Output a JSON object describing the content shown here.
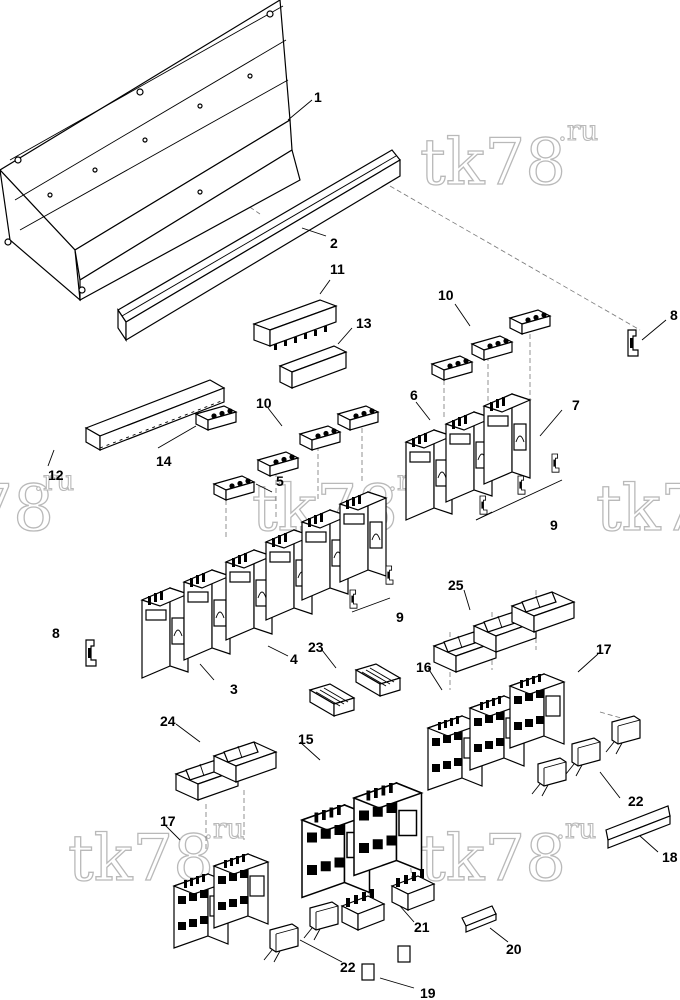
{
  "watermark": {
    "main": "tk78",
    "sup": ".ru"
  },
  "callouts": [
    {
      "id": "c1",
      "label": "1"
    },
    {
      "id": "c2",
      "label": "2"
    },
    {
      "id": "c11",
      "label": "11"
    },
    {
      "id": "c13",
      "label": "13"
    },
    {
      "id": "c10a",
      "label": "10"
    },
    {
      "id": "c8a",
      "label": "8"
    },
    {
      "id": "c6",
      "label": "6"
    },
    {
      "id": "c7",
      "label": "7"
    },
    {
      "id": "c9a",
      "label": "9"
    },
    {
      "id": "c12",
      "label": "12"
    },
    {
      "id": "c14",
      "label": "14"
    },
    {
      "id": "c10b",
      "label": "10"
    },
    {
      "id": "c5",
      "label": "5"
    },
    {
      "id": "c9b",
      "label": "9"
    },
    {
      "id": "c8b",
      "label": "8"
    },
    {
      "id": "c4",
      "label": "4"
    },
    {
      "id": "c3",
      "label": "3"
    },
    {
      "id": "c25",
      "label": "25"
    },
    {
      "id": "c23",
      "label": "23"
    },
    {
      "id": "c16",
      "label": "16"
    },
    {
      "id": "c17a",
      "label": "17"
    },
    {
      "id": "c24",
      "label": "24"
    },
    {
      "id": "c15",
      "label": "15"
    },
    {
      "id": "c22a",
      "label": "22"
    },
    {
      "id": "c18",
      "label": "18"
    },
    {
      "id": "c17b",
      "label": "17"
    },
    {
      "id": "c21",
      "label": "21"
    },
    {
      "id": "c20",
      "label": "20"
    },
    {
      "id": "c22b",
      "label": "22"
    },
    {
      "id": "c19",
      "label": "19"
    }
  ]
}
